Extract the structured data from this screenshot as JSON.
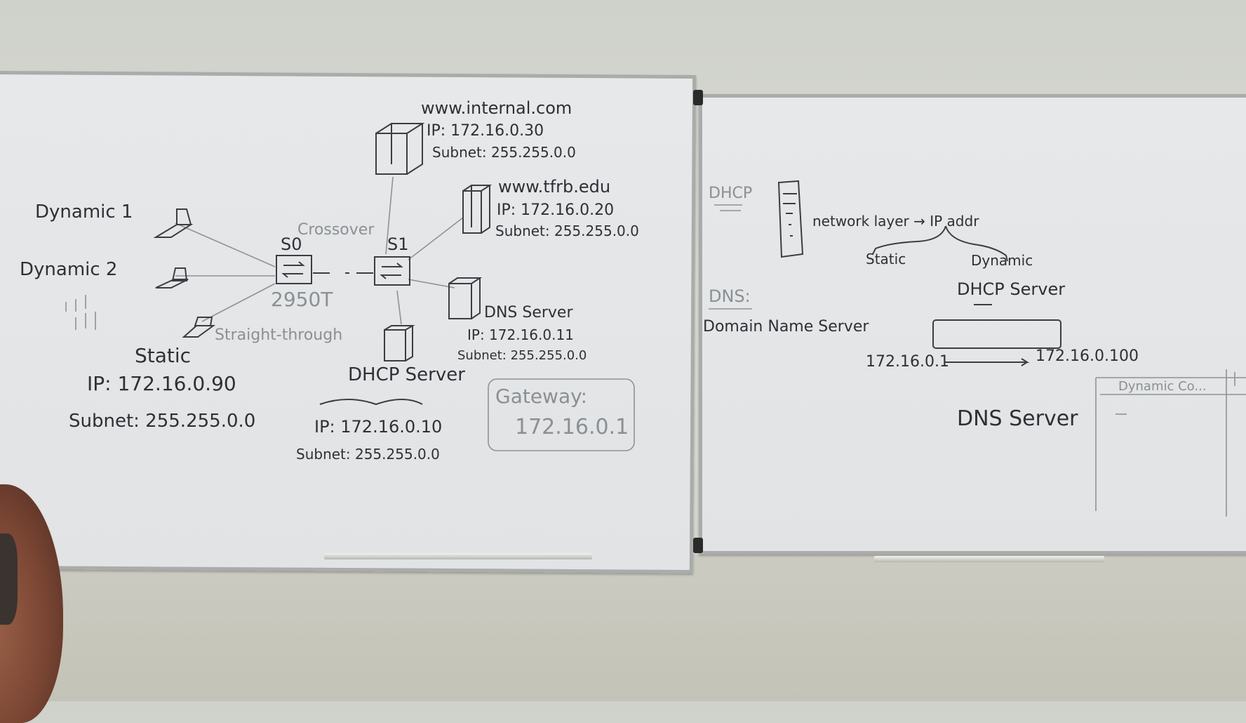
{
  "left_board": {
    "server_internal": {
      "host": "www.internal.com",
      "ip": "IP: 172.16.0.30",
      "subnet": "Subnet: 255.255.0.0"
    },
    "server_edu": {
      "host": "www.tfrb.edu",
      "ip": "IP: 172.16.0.20",
      "subnet": "Subnet: 255.255.0.0"
    },
    "dns_server": {
      "title": "DNS Server",
      "ip": "IP: 172.16.0.11",
      "subnet": "Subnet: 255.255.0.0"
    },
    "dhcp_server": {
      "title": "DHCP Server",
      "ip": "IP: 172.16.0.10",
      "subnet": "Subnet: 255.255.0.0"
    },
    "gateway": {
      "title": "Gateway:",
      "ip": "172.16.0.1"
    },
    "switch_s0": "S0",
    "switch_s1": "S1",
    "crossover": "Crossover",
    "switch_model": "2950T",
    "straight_through": "Straight-through",
    "dynamic1": "Dynamic 1",
    "dynamic2": "Dynamic 2",
    "static": {
      "title": "Static",
      "ip": "IP: 172.16.0.90",
      "subnet": "Subnet: 255.255.0.0"
    }
  },
  "right_board": {
    "dhcp_heading": "DHCP",
    "network_layer": "network layer → IP addr",
    "static": "Static",
    "dynamic": "Dynamic",
    "dhcp_server": "DHCP Server",
    "dns_heading": "DNS:",
    "domain_name_server": "Domain Name Server",
    "range_start": "172.16.0.1",
    "range_end": "172.16.0.100",
    "dns_server": "DNS Server",
    "table_header": "Dynamic Co..."
  }
}
